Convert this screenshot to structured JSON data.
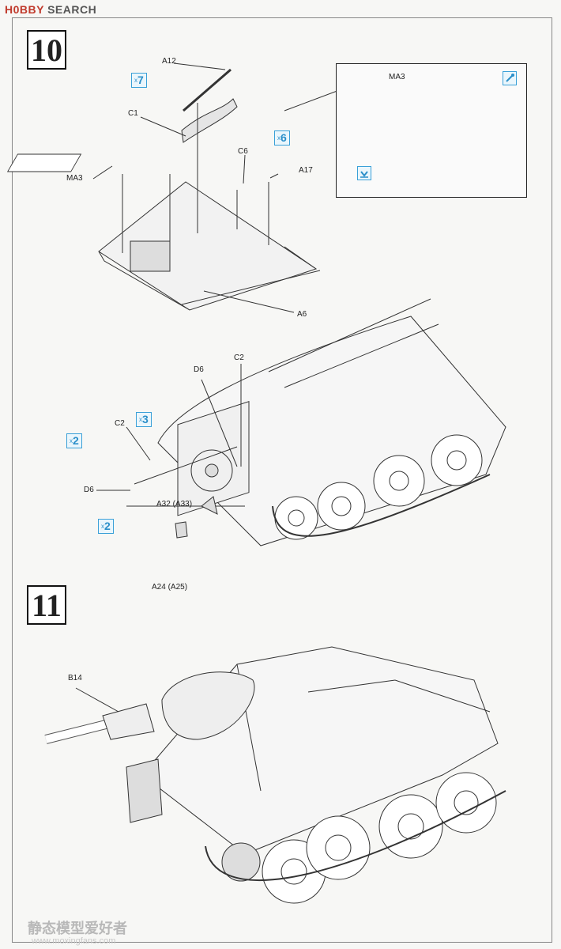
{
  "watermark": {
    "brand_h": "H0BBY",
    "brand_s": "SEARCH",
    "bottom_cn": "静态模型爱好者",
    "bottom_url": "www.moxingfans.com"
  },
  "steps": {
    "s10": "10",
    "s11": "11"
  },
  "labels": {
    "a12": "A12",
    "c1": "C1",
    "ma3": "MA3",
    "c6": "C6",
    "a17": "A17",
    "a6": "A6",
    "ma3_detail": "MA3",
    "d6_upper": "D6",
    "c2_upper": "C2",
    "c2_left": "C2",
    "d6_left": "D6",
    "a32": "A32 (A33)",
    "a24": "A24 (A25)",
    "b14": "B14"
  },
  "quantities": {
    "q7": {
      "x": "x",
      "n": "7"
    },
    "q6": {
      "x": "x",
      "n": "6"
    },
    "q3": {
      "x": "x",
      "n": "3"
    },
    "q2a": {
      "x": "x",
      "n": "2"
    },
    "q2b": {
      "x": "x",
      "n": "2"
    }
  },
  "icons": {
    "glue": "glue-brush-icon",
    "bend": "bend-down-icon"
  }
}
